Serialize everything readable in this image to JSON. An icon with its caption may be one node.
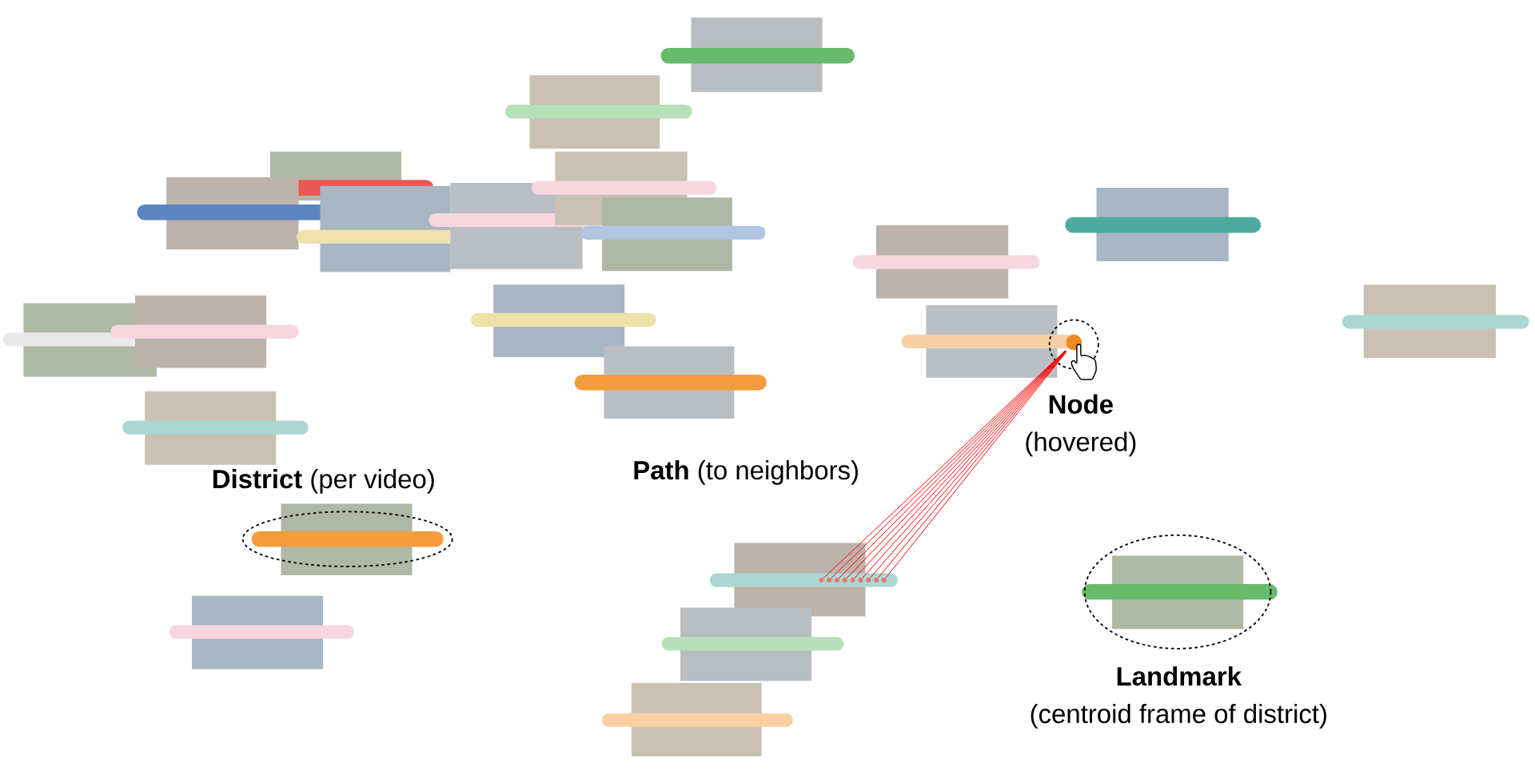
{
  "diagram": {
    "nodes": [
      {
        "text": [],
        "shape": "circle"
      },
      {
        "text": [],
        "shape": "circle"
      },
      {
        "text": [],
        "shape": "circle"
      },
      {
        "text": [],
        "shape": "circle"
      },
      {
        "text": [],
        "shape": "circle"
      },
      {
        "text": [],
        "shape": "circle"
      },
      {
        "text": [],
        "shape": "circle"
      },
      {
        "text": [],
        "shape": "circle"
      },
      {
        "text": [],
        "shape": "circle"
      },
      {
        "text": [],
        "shape": "circle"
      }
    ],
    "edges": [
      {
        "from": 0,
        "to": 1,
        "arrow": "none"
      },
      {
        "from": 0,
        "to": 2,
        "arrow": "none"
      },
      {
        "from": 0,
        "to": 3,
        "arrow": "none"
      },
      {
        "from": 0,
        "to": 4,
        "arrow": "none"
      },
      {
        "from": 0,
        "to": 5,
        "arrow": "none"
      },
      {
        "from": 0,
        "to": 6,
        "arrow": "none"
      },
      {
        "from": 0,
        "to": 7,
        "arrow": "none"
      },
      {
        "from": 0,
        "to": 8,
        "arrow": "none"
      },
      {
        "from": 0,
        "to": 9,
        "arrow": "none"
      }
    ],
    "labels": [
      "Node",
      "(hovered)",
      "**Path** (to neighbors)",
      "**District** (per video)",
      "Landmark",
      "(centroid frame of district)"
    ]
  }
}
